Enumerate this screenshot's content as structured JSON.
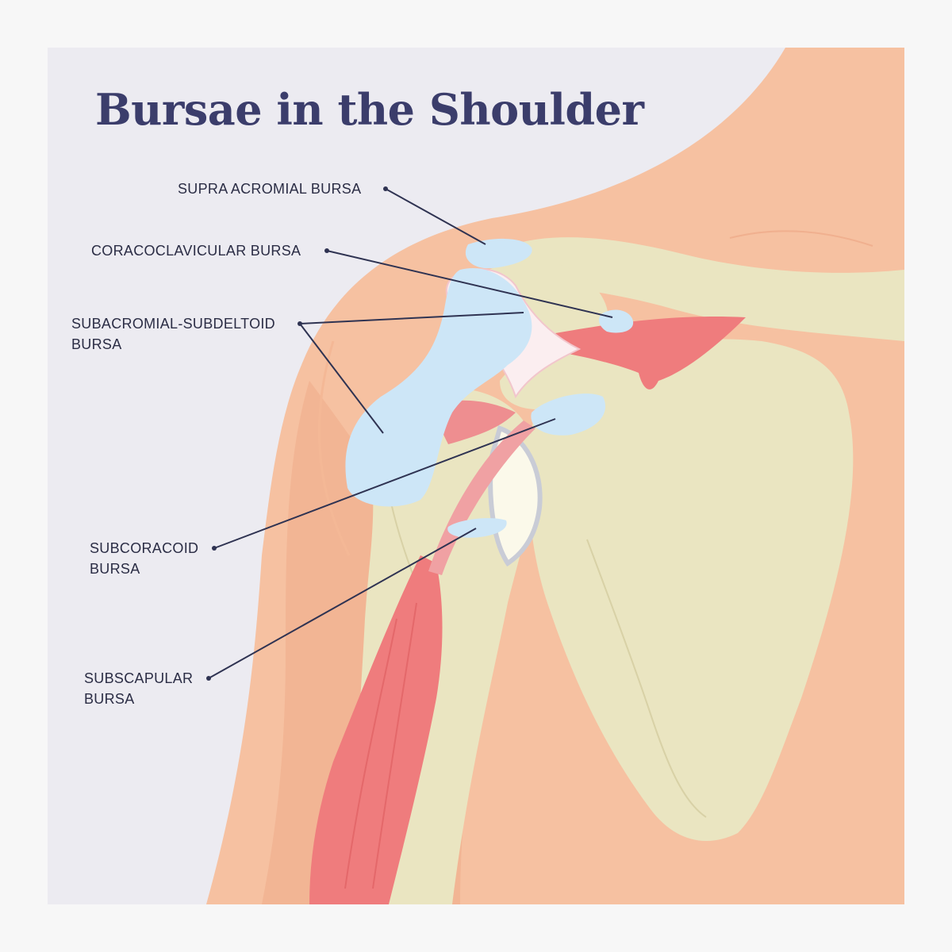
{
  "title": "Bursae in the Shoulder",
  "labels": {
    "supra_acromial": [
      "SUPRA ACROMIAL BURSA"
    ],
    "coracoclavicular": [
      "CORACOCLAVICULAR BURSA"
    ],
    "subacromial_subdeltoid": [
      "SUBACROMIAL-SUBDELTOID",
      "BURSA"
    ],
    "subcoracoid": [
      "SUBCORACOID",
      "BURSA"
    ],
    "subscapular": [
      "SUBSCAPULAR",
      "BURSA"
    ]
  },
  "colors": {
    "background": "#ecebf1",
    "skin": "#f6c1a1",
    "skin_dark": "#f2b594",
    "bone": "#eae5c1",
    "bursa": "#cde6f7",
    "muscle": "#ef7c7d",
    "ligament": "#fbeef0",
    "leader_line": "#2f3352",
    "title": "#3b3d6b"
  }
}
